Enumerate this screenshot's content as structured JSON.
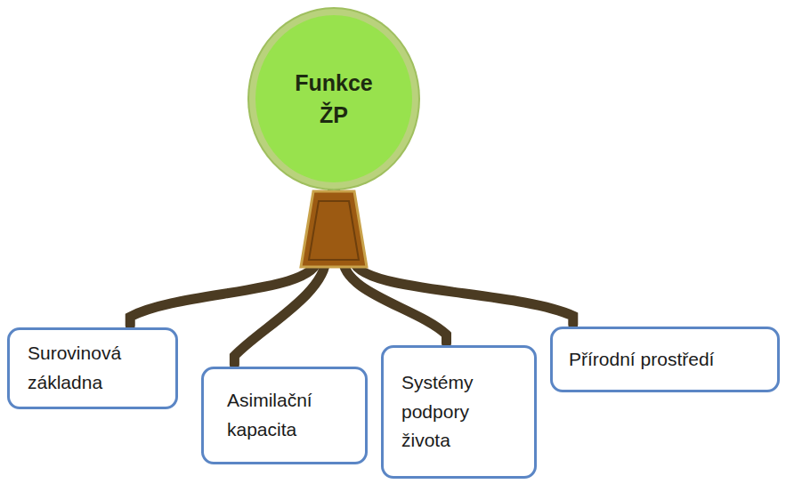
{
  "diagram": {
    "nodes": [
      {
        "text": [
          "Funkce ŽP"
        ]
      },
      {
        "text": [
          "Surovinová základna"
        ]
      },
      {
        "text": [
          "Asimilační kapacita"
        ]
      },
      {
        "text": [
          "Systémy podpory života"
        ]
      },
      {
        "text": [
          "Přírodní prostředí"
        ]
      }
    ],
    "edges": [
      {
        "from": 0,
        "to": 1,
        "arrow": "none"
      },
      {
        "from": 0,
        "to": 2,
        "arrow": "none"
      },
      {
        "from": 0,
        "to": 3,
        "arrow": "none"
      },
      {
        "from": 0,
        "to": 4,
        "arrow": "none"
      }
    ]
  }
}
